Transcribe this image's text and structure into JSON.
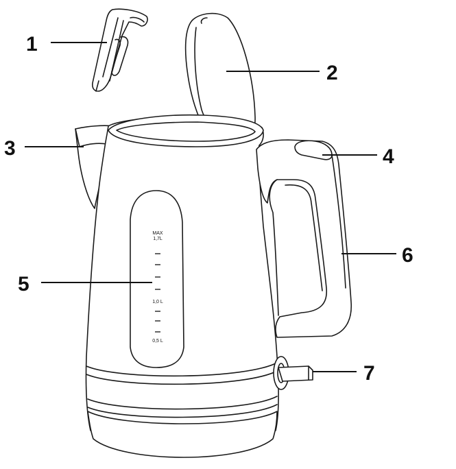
{
  "callouts": [
    {
      "number": "1"
    },
    {
      "number": "2"
    },
    {
      "number": "3"
    },
    {
      "number": "4"
    },
    {
      "number": "5"
    },
    {
      "number": "6"
    },
    {
      "number": "7"
    }
  ],
  "water_gauge": {
    "max_label": "MAX",
    "max_volume": "1,7L",
    "mid_volume": "1,0 L",
    "low_volume": "0,5 L"
  }
}
